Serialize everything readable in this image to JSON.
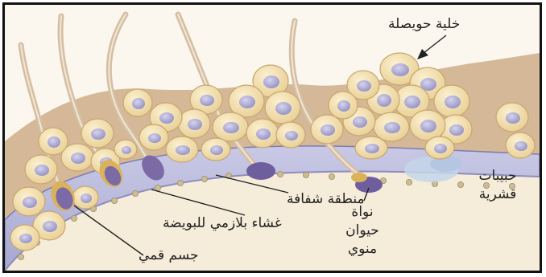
{
  "labels": {
    "follicle_cell": "خلية حويصلة",
    "cortical_granules_1": "حبيبات",
    "cortical_granules_2": "قشرية",
    "zona_pellucida": "منطقة شفافة",
    "sperm_nucleus_1": "نواة",
    "sperm_nucleus_2": "حيوان",
    "sperm_nucleus_3": "منوي",
    "plasma_membrane": "غشاء بلازمي للبويضة",
    "acrosome": "جسم قمي"
  },
  "colors": {
    "background": "#fbf7ef",
    "follicle_cell": "#f1dfae",
    "follicle_cell_edge": "#c9a66b",
    "follicle_nucleus": "#a9a6cc",
    "cell_cluster_shadow": "#b9936c",
    "zona_pellucida": "#b4b4d8",
    "zona_edge": "#7e7cb0",
    "cytoplasm": "#f5ecd9",
    "cortical_granule": "#c8b996",
    "sperm_tail": "#d9c4a8",
    "sperm_head": "#7b6aa6",
    "acrosome": "#d9b25a",
    "leader_line": "#222222"
  }
}
